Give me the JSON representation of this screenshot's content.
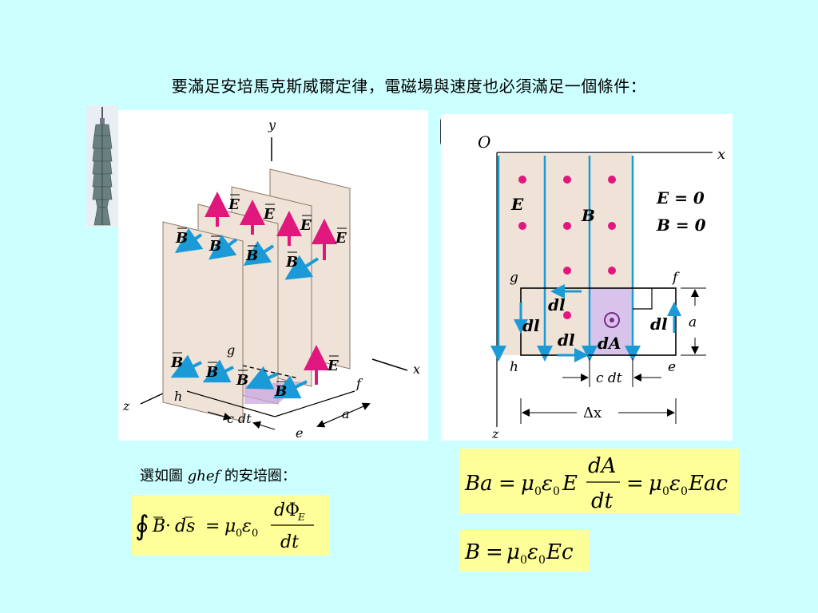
{
  "title": "要滿足安培馬克斯威爾定律，電磁場與速度也必須滿足一個條件：",
  "caption": {
    "prefix": "選如圖",
    "loop": "ghef",
    "suffix": "的安培圈："
  },
  "left_figure": {
    "axis_y": "y",
    "axis_x": "x",
    "axis_z": "z",
    "field_E": "E",
    "field_B": "B",
    "corner_g": "g",
    "corner_h": "h",
    "corner_f": "f",
    "corner_e": "e",
    "side_a": "a",
    "width_c_dt": "c dt"
  },
  "right_figure": {
    "origin": "O",
    "axis_x": "x",
    "axis_z": "z",
    "field_E": "E",
    "field_B": "B",
    "zero_E": "E = 0",
    "zero_B": "B = 0",
    "corner_g": "g",
    "corner_f": "f",
    "corner_h": "h",
    "corner_e": "e",
    "dl": "dl",
    "dA": "dA",
    "side_a": "a",
    "width_c_dt": "c dt",
    "delta_x": "Δx"
  },
  "equations": {
    "ampere": "∮ B·ds = μ0ε0 dΦE/dt",
    "ba": "Ba = μ0ε0 E dA/dt = μ0ε0 Eac",
    "b": "B = μ0ε0 Ec"
  },
  "colors": {
    "background": "#ccffff",
    "eq_box": "#ffff99",
    "e_vector": "#e0177d",
    "b_vector": "#1a9ad6"
  },
  "icons": {
    "tower": "taipei-101-icon",
    "nav": "slide-nav-icon"
  }
}
